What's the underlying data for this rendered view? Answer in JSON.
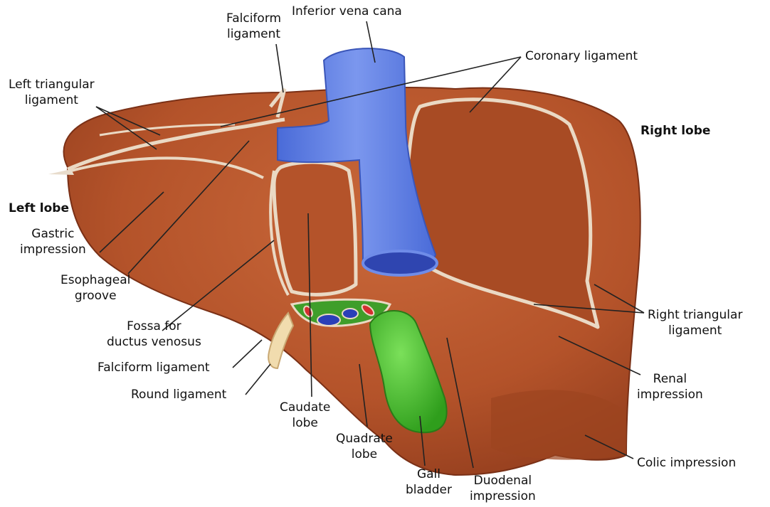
{
  "labels": {
    "ivc": "Inferior vena cana",
    "falciform_top": [
      "Falciform",
      "ligament"
    ],
    "coronary": "Coronary ligament",
    "left_triangular": [
      "Left triangular",
      "ligament"
    ],
    "right_lobe": "Right lobe",
    "left_lobe": "Left lobe",
    "gastric": [
      "Gastric",
      "impression"
    ],
    "esophageal": [
      "Esophageal",
      "groove"
    ],
    "fossa": [
      "Fossa for",
      "ductus venosus"
    ],
    "falciform_bottom": "Falciform ligament",
    "round": "Round ligament",
    "caudate": [
      "Caudate",
      "lobe"
    ],
    "quadrate": [
      "Quadrate",
      "lobe"
    ],
    "gall": [
      "Gall",
      "bladder"
    ],
    "duodenal": [
      "Duodenal",
      "impression"
    ],
    "right_triangular": [
      "Right triangular",
      "ligament"
    ],
    "renal": [
      "Renal",
      "impression"
    ],
    "colic": "Colic impression"
  },
  "colors": {
    "liver": "#b4532a",
    "liver_dark": "#8e3a1c",
    "ligament": "#ead9c4",
    "vena_cava": "#5b7de0",
    "gall_bladder": "#4cc22e",
    "round_ligament": "#f1dcae"
  }
}
